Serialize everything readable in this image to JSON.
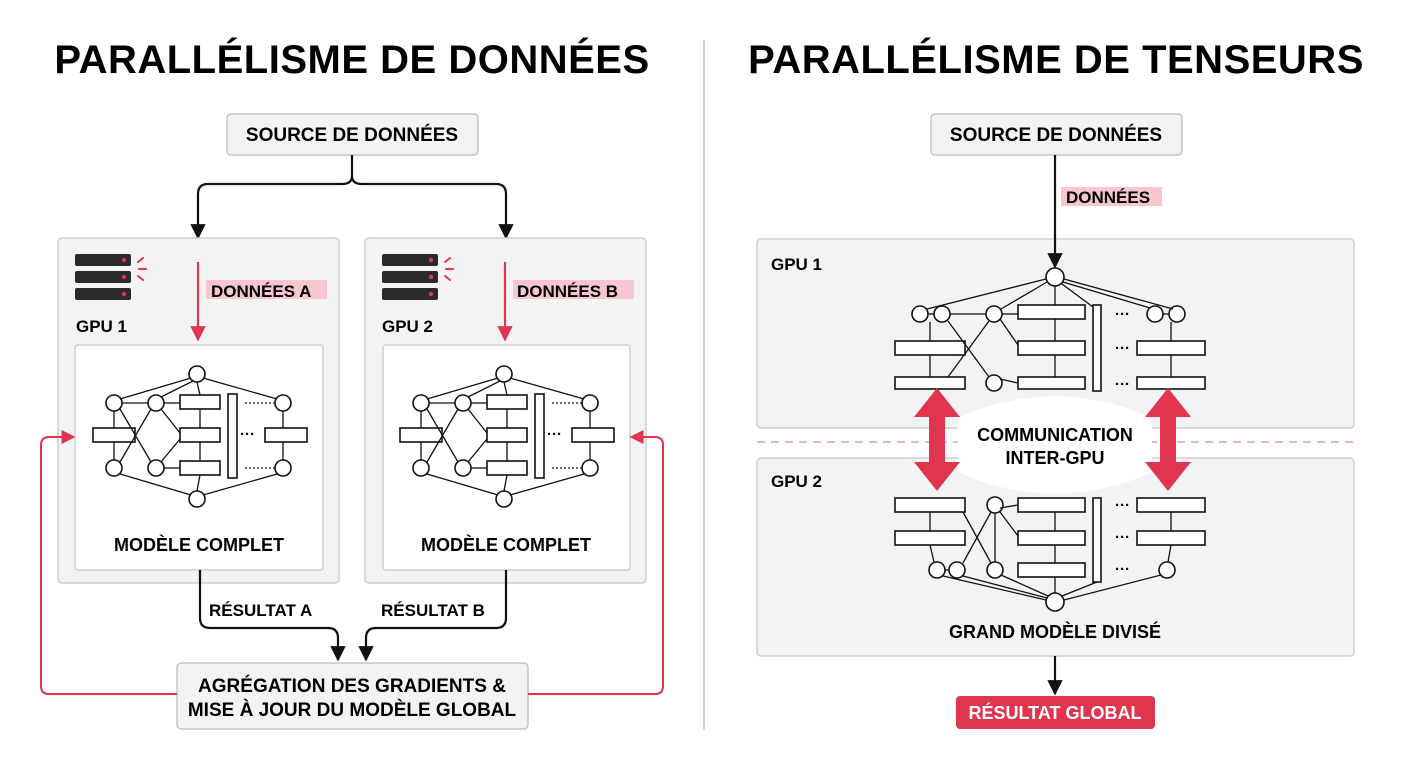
{
  "left": {
    "title": "PARALLÉLISME DE DONNÉES",
    "source": "SOURCE DE DONNÉES",
    "gpu1": {
      "label": "GPU 1",
      "data_label": "DONNÉES A",
      "model": "MODÈLE COMPLET",
      "result": "RÉSULTAT A"
    },
    "gpu2": {
      "label": "GPU 2",
      "data_label": "DONNÉES B",
      "model": "MODÈLE COMPLET",
      "result": "RÉSULTAT B"
    },
    "aggregation": [
      "AGRÉGATION DES GRADIENTS &",
      "MISE À JOUR DU MODÈLE GLOBAL"
    ]
  },
  "right": {
    "title": "PARALLÉLISME DE TENSEURS",
    "source": "SOURCE DE DONNÉES",
    "data_label": "DONNÉES",
    "gpu1_label": "GPU 1",
    "gpu2_label": "GPU 2",
    "communication": [
      "COMMUNICATION",
      "INTER-GPU"
    ],
    "model": "GRAND MODÈLE DIVISÉ",
    "result": "RÉSULTAT GLOBAL"
  },
  "colors": {
    "accent": "#e0344f",
    "highlight": "#f7c6cf",
    "panel_fill": "#f3f3f3",
    "panel_stroke": "#cfcfcf",
    "ink": "#111111"
  },
  "icons": [
    "server-icon",
    "arrow-icon",
    "neural-network-icon",
    "bidirectional-arrow-icon"
  ]
}
